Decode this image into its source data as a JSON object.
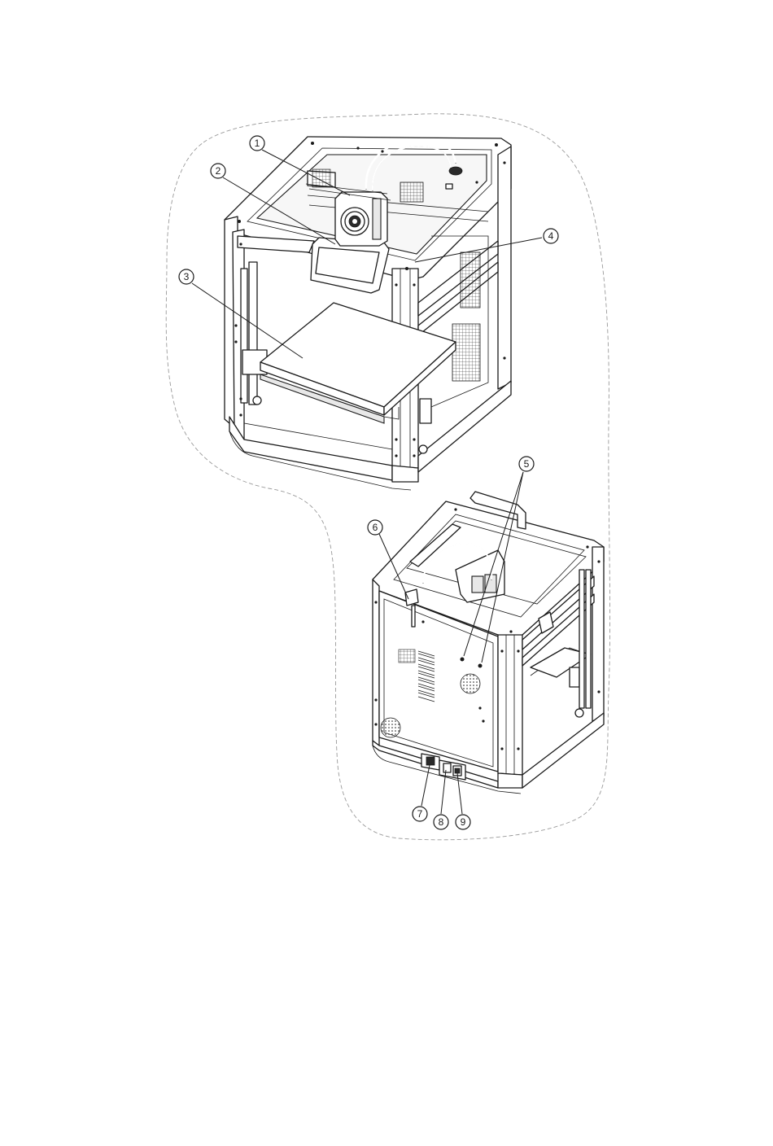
{
  "callouts": [
    "1",
    "2",
    "3",
    "4",
    "5",
    "6",
    "7",
    "8",
    "9"
  ]
}
